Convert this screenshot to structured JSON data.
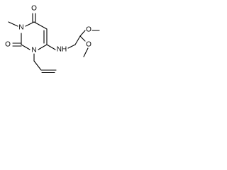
{
  "molecule": {
    "atoms": {
      "o4": "O",
      "o2": "O",
      "n3": "N",
      "n1": "N",
      "nh": "NH",
      "o_upper": "O",
      "o_lower": "O"
    },
    "colors": {
      "bond": "#000000",
      "label": "#000000",
      "background": "#ffffff"
    }
  }
}
